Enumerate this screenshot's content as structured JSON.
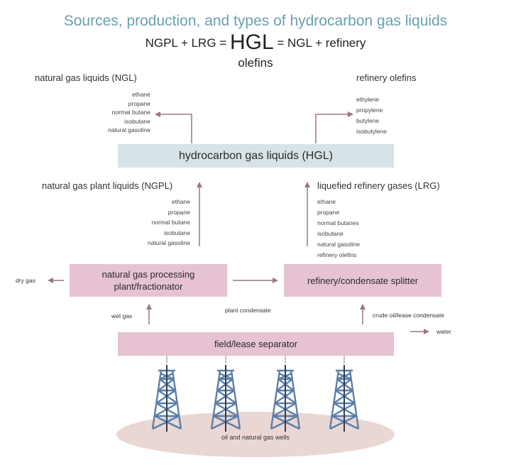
{
  "title": "Sources, production, and types of hydrocarbon gas liquids",
  "equation": {
    "left": "NGPL + LRG =",
    "center": "HGL",
    "right": "= NGL + refinery",
    "line2": "olefins"
  },
  "ngl": {
    "heading": "natural gas liquids (NGL)",
    "items": [
      "ethane",
      "propane",
      "normal butane",
      "isobutane",
      "natural gasoline"
    ]
  },
  "refinery_olefins": {
    "heading": "refinery olefins",
    "items": [
      "ethylene",
      "propylene",
      "butylene",
      "isobutylene"
    ]
  },
  "hgl_box": {
    "label": "hydrocarbon gas liquids (HGL)"
  },
  "ngpl": {
    "heading": "natural gas plant liquids (NGPL)",
    "items": [
      "ethane",
      "propane",
      "normal butane",
      "isobutane",
      "natural gasoline"
    ]
  },
  "lrg": {
    "heading": "liquefied refinery gases (LRG)",
    "items": [
      "ethane",
      "propane",
      "normal butanes",
      "isobutane",
      "natural gasoline",
      "refinery olefins"
    ]
  },
  "processing_box": {
    "line1": "natural gas processing",
    "line2": "plant/fractionator"
  },
  "refinery_box": {
    "label": "refinery/condensate splitter"
  },
  "separator_box": {
    "label": "field/lease separator"
  },
  "flows": {
    "dry_gas": "dry gas",
    "wet_gas": "wet gas",
    "plant_condensate": "plant condensate",
    "crude_oil": "crude oil/lease condensate",
    "water": "water"
  },
  "wells": {
    "label": "oil and natural gas wells",
    "count": 4
  },
  "colors": {
    "title": "#6aa0ad",
    "hgl_box": "#d7e3e7",
    "process_box": "#e6c2d2",
    "arrow": "#9a7584",
    "derrick": "#5b7fa8",
    "ground": "#ead7d3"
  }
}
